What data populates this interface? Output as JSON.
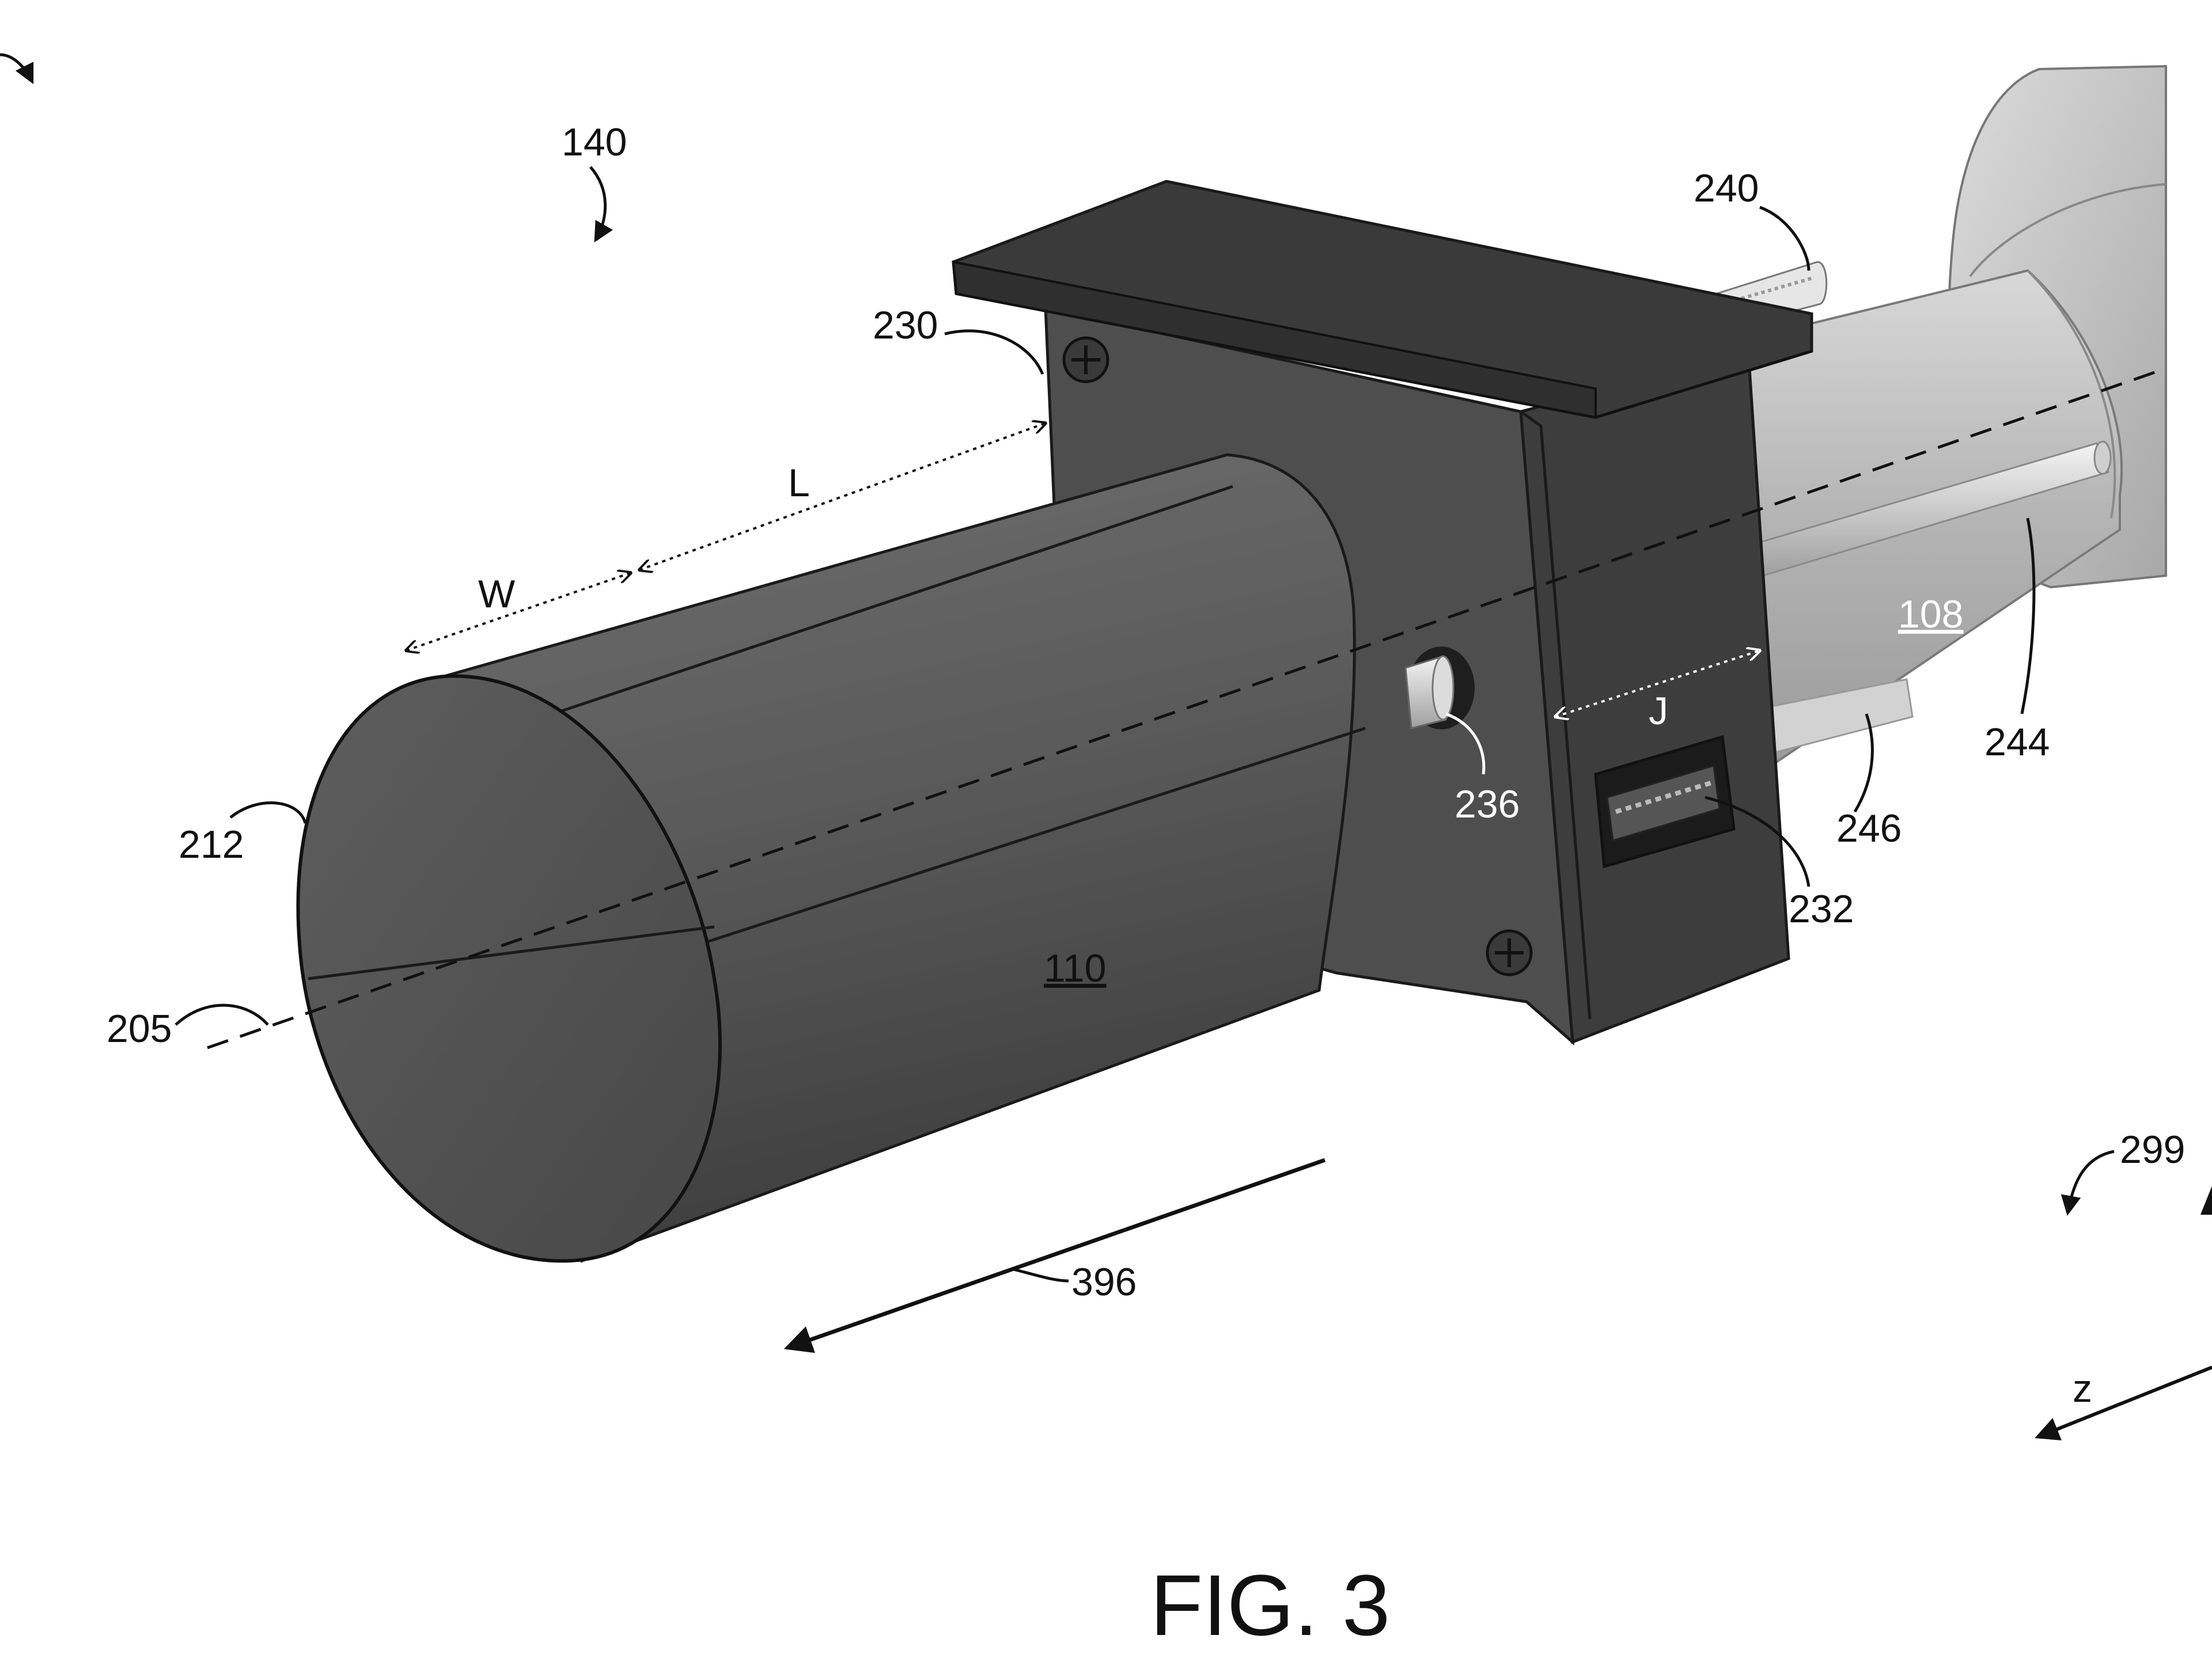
{
  "figure": {
    "caption": "FIG. 3",
    "labels": {
      "assembly": "140",
      "outer_tube": "110",
      "inner_tube": "108",
      "tube_end": "212",
      "axis": "205",
      "bracket": "230",
      "connector": "232",
      "pin": "236",
      "cable": "240",
      "rod": "244",
      "rail": "246",
      "direction": "396",
      "coordinate_system": "299",
      "axis_z": "z",
      "dim_w": "W",
      "dim_l": "L",
      "dim_j": "J"
    }
  }
}
